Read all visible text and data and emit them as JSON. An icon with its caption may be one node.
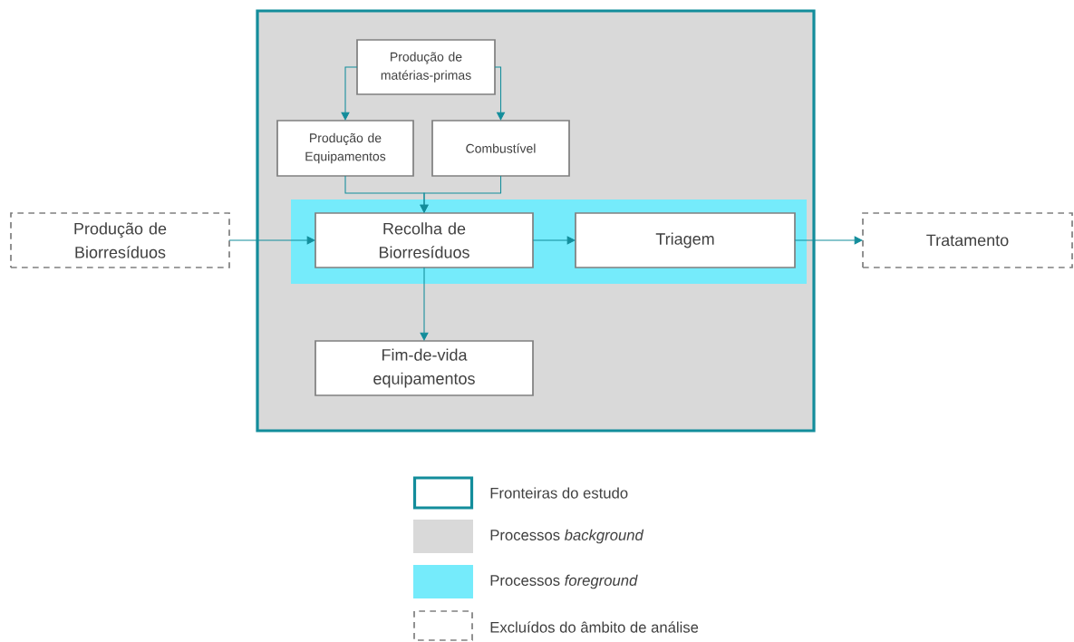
{
  "diagram": {
    "nodes": [
      {
        "text": [],
        "shape": "box"
      },
      {
        "text": [
          "Produção de matérias-primas"
        ],
        "in": 0
      },
      {
        "text": [
          "Produção de Equipamentos"
        ],
        "in": 0
      },
      {
        "text": [
          "Combustível"
        ],
        "in": 0
      },
      {
        "text": [
          "Produção de Biorresíduos"
        ]
      },
      {
        "text": [],
        "shape": "box",
        "in": 0
      },
      {
        "text": [
          "Recolha de Biorresíduos"
        ],
        "in": 5
      },
      {
        "text": [
          "Triagem"
        ],
        "in": 5
      },
      {
        "text": [
          "Tratamento"
        ]
      },
      {
        "text": [
          "Fim-de-vida equipamentos"
        ],
        "in": 0
      }
    ],
    "edges": [
      {
        "from": 1,
        "to": 2,
        "arrow": "to"
      },
      {
        "from": 1,
        "to": 3,
        "arrow": "to"
      },
      {
        "from": 2,
        "to": 6,
        "arrow": "to"
      },
      {
        "from": 3,
        "to": 6,
        "arrow": "to"
      },
      {
        "from": 4,
        "to": 6,
        "arrow": "to"
      },
      {
        "from": 6,
        "to": 7,
        "arrow": "to"
      },
      {
        "from": 7,
        "to": 8,
        "arrow": "to"
      },
      {
        "from": 6,
        "to": 9,
        "arrow": "to"
      }
    ],
    "legend": [
      {
        "text": "Fronteiras do estudo"
      },
      {
        "text": "Processos *background*",
        "color": "#d9d9d9"
      },
      {
        "text": "Processos *foreground*",
        "color": "#75ebfb"
      },
      {
        "text": "Excluídos do âmbito de análise"
      }
    ]
  }
}
